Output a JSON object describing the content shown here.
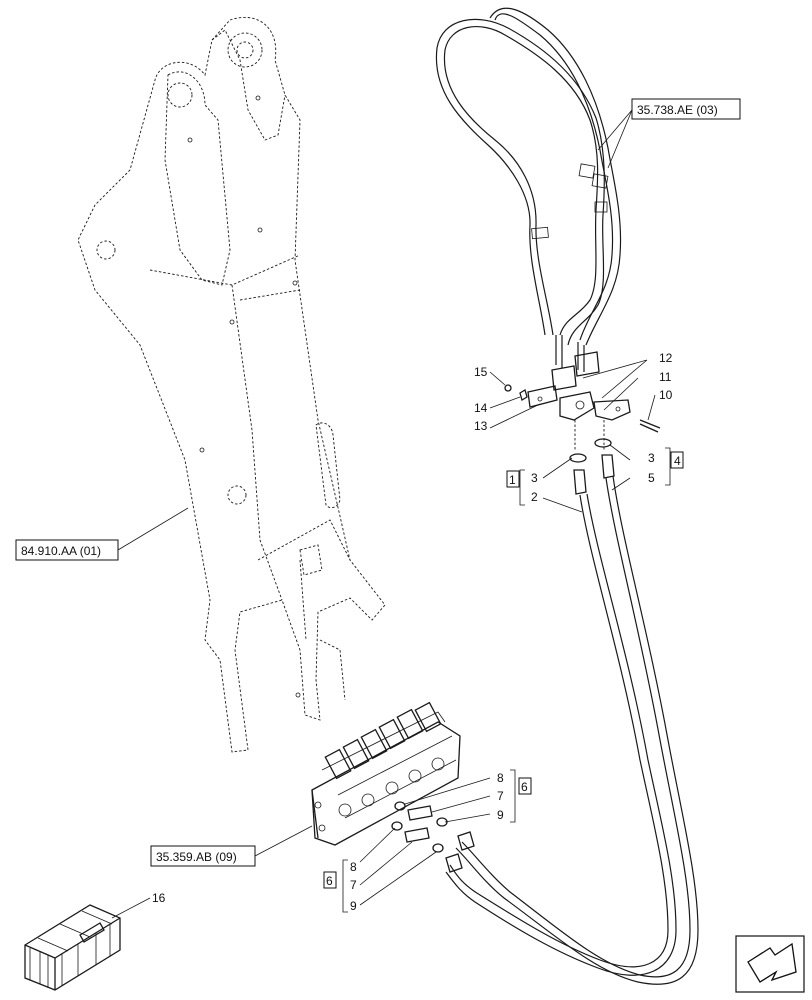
{
  "references": {
    "boom": "84.910.AA (01)",
    "hoses_upper": "35.738.AE (03)",
    "valve": "35.359.AB (09)"
  },
  "callouts": {
    "n1": "1",
    "n2": "2",
    "n3a": "3",
    "n3b": "3",
    "n4": "4",
    "n5": "5",
    "n6a": "6",
    "n6b": "6",
    "n7a": "7",
    "n7b": "7",
    "n8a": "8",
    "n8b": "8",
    "n9a": "9",
    "n9b": "9",
    "n10": "10",
    "n11": "11",
    "n12": "12",
    "n13": "13",
    "n14": "14",
    "n15": "15",
    "n16": "16"
  },
  "icons": {
    "nav": "next-page-arrow-icon",
    "kit": "kit-crate-icon"
  }
}
